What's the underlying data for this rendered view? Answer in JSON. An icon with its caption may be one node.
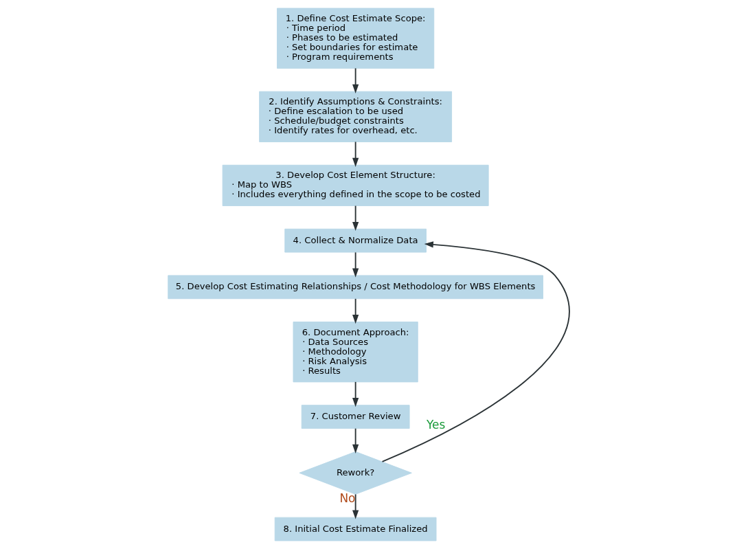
{
  "diagram": {
    "nodes": [
      {
        "text": [
          "1. Define Cost Estimate Scope:",
          "· Time period",
          "· Phases to be estimated",
          "· Set boundaries for estimate",
          "· Program requirements"
        ]
      },
      {
        "text": [
          "2. Identify Assumptions & Constraints:",
          "· Define escalation to be used",
          "· Schedule/budget constraints",
          "· Identify rates for overhead, etc."
        ]
      },
      {
        "text": [
          "3. Develop Cost Element Structure:",
          "· Map to WBS",
          "· Includes everything defined in the scope to be costed"
        ]
      },
      {
        "text": [
          "4. Collect & Normalize Data"
        ]
      },
      {
        "text": [
          "5. Develop Cost Estimating Relationships / Cost Methodology for WBS Elements"
        ]
      },
      {
        "text": [
          "6. Document Approach:",
          "· Data Sources",
          "· Methodology",
          "· Risk Analysis",
          "· Results"
        ]
      },
      {
        "text": [
          "7. Customer Review"
        ]
      },
      {
        "text": [
          "Rework?"
        ]
      },
      {
        "text": [
          "8. Initial Cost Estimate Finalized"
        ]
      }
    ],
    "edges": [
      {
        "from": 0,
        "to": 1,
        "arrow": "to"
      },
      {
        "from": 1,
        "to": 2,
        "arrow": "to"
      },
      {
        "from": 2,
        "to": 3,
        "arrow": "to"
      },
      {
        "from": 3,
        "to": 4,
        "arrow": "to"
      },
      {
        "from": 4,
        "to": 5,
        "arrow": "to"
      },
      {
        "from": 5,
        "to": 6,
        "arrow": "to"
      },
      {
        "from": 6,
        "to": 7,
        "arrow": "to"
      },
      {
        "from": 7,
        "to": 3,
        "arrow": "to",
        "label": "Yes"
      },
      {
        "from": 7,
        "to": 8,
        "arrow": "to",
        "label": "No"
      }
    ]
  }
}
